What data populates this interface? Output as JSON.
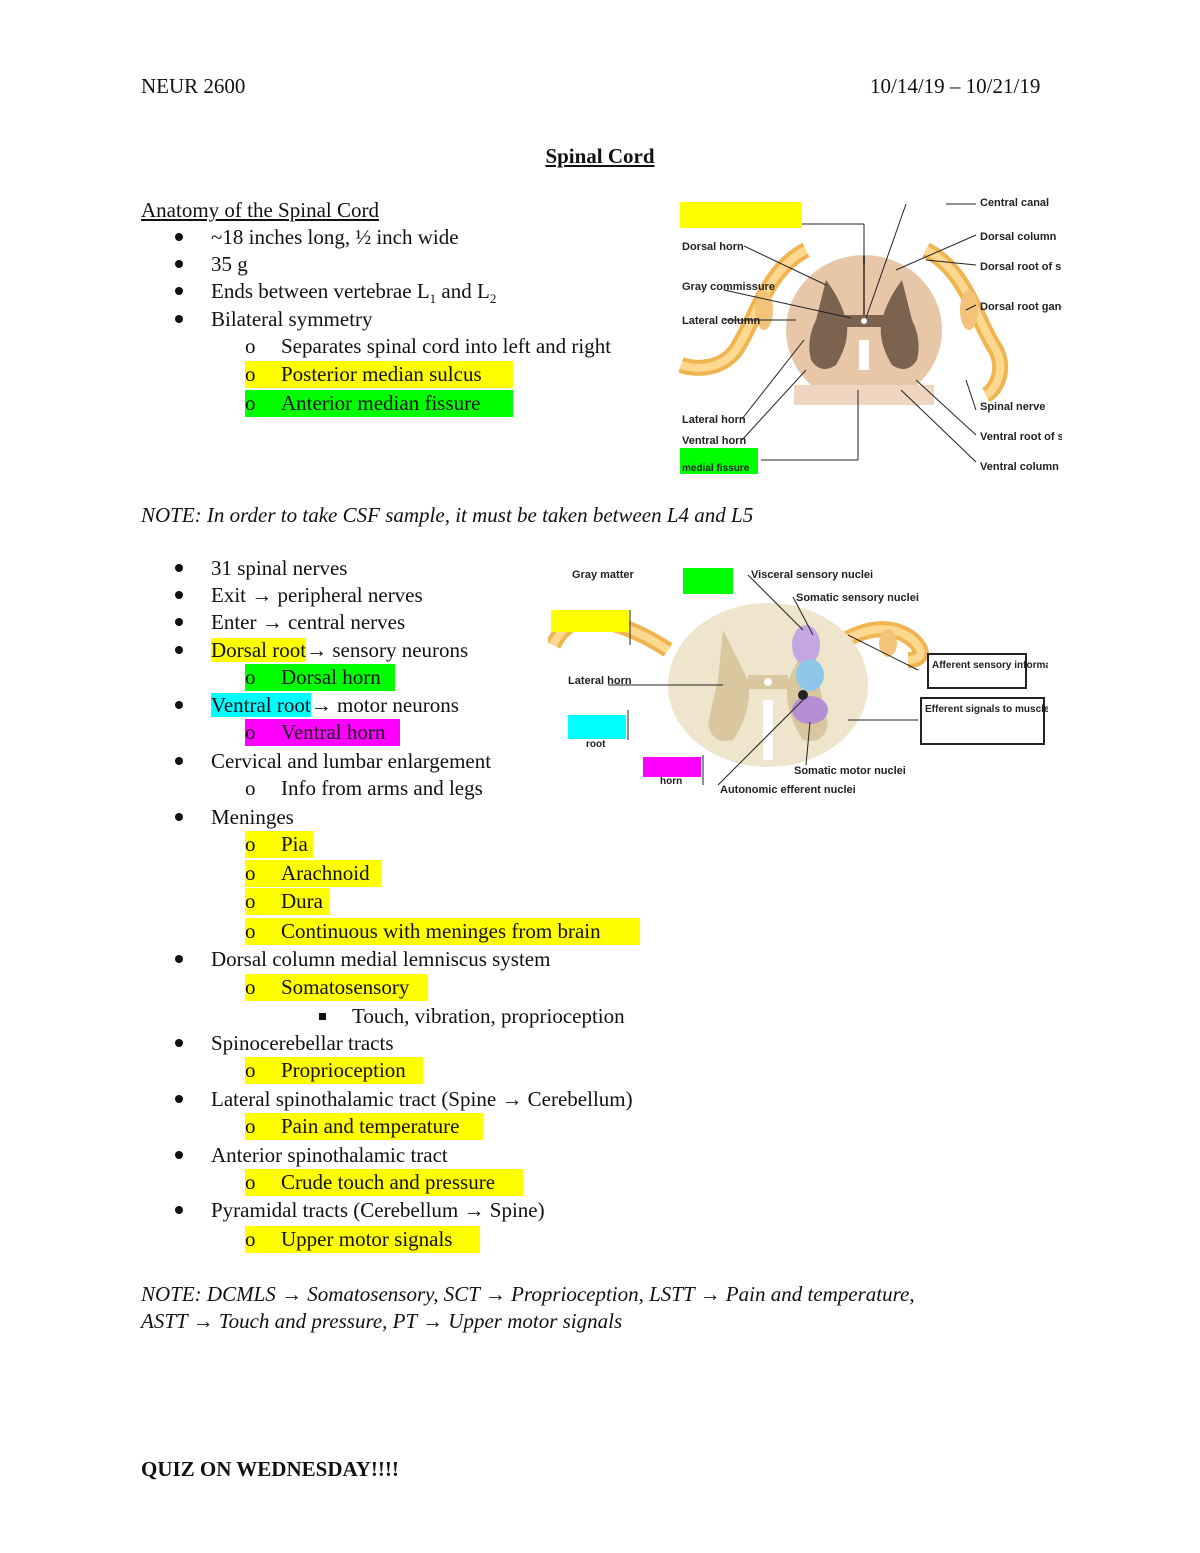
{
  "header": {
    "course": "NEUR 2600",
    "dates": "10/14/19 – 10/21/19"
  },
  "title": "Spinal Cord",
  "section1": {
    "heading": "Anatomy of the Spinal Cord",
    "items": [
      "~18 inches long, ½ inch wide",
      "35 g",
      "Ends between vertebrae L",
      "Bilateral symmetry"
    ],
    "l1_sub": "1",
    "l2_and": " and L",
    "l2_sub": "2",
    "subitems": [
      "Separates spinal cord into left and right",
      "Posterior median sulcus",
      "Anterior median fissure"
    ]
  },
  "note1": "NOTE: In order to take CSF sample, it must be taken between L4 and L5",
  "list2": {
    "i1": "31 spinal nerves",
    "i2a": "Exit ",
    "i2b": " peripheral nerves",
    "i3a": "Enter ",
    "i3b": " central nerves",
    "i4a": "Dorsal root",
    "i4b": " sensory neurons",
    "i4s": "Dorsal horn",
    "i5a": "Ventral root",
    "i5b": " motor neurons",
    "i5s": "Ventral horn",
    "i6": "Cervical and lumbar enlargement",
    "i6s": "Info from arms and legs",
    "meninges": "Meninges",
    "meninges_sub": [
      "Pia",
      "Arachnoid",
      "Dura",
      "Continuous with meninges from brain"
    ],
    "dcml": "Dorsal column medial lemniscus system",
    "dcml_sub": "Somatosensory",
    "dcml_subsub": "Touch, vibration, proprioception",
    "spinocerebellar": "Spinocerebellar tracts",
    "spinocerebellar_sub": "Proprioception",
    "lateral_a": "Lateral spinothalamic tract (Spine ",
    "lateral_b": " Cerebellum)",
    "lateral_sub": "Pain and temperature",
    "anterior": "Anterior spinothalamic tract",
    "anterior_sub": "Crude touch and pressure",
    "pyramidal_a": "Pyramidal tracts (Cerebellum ",
    "pyramidal_b": " Spine)",
    "pyramidal_sub": "Upper motor signals"
  },
  "note2": {
    "line1_parts": [
      "NOTE: DCMLS ",
      " Somatosensory, SCT ",
      " Proprioception, LSTT ",
      " Pain and temperature,"
    ],
    "line2_parts": [
      "ASTT ",
      " Touch and pressure, PT ",
      " Upper motor signals"
    ]
  },
  "quiz": "QUIZ ON WEDNESDAY!!!!",
  "arrow_glyph": "→",
  "bullet_o": "o",
  "figure1": {
    "labels": {
      "central_canal": "Central canal",
      "dorsal_column": "Dorsal column",
      "dorsal_root": "Dorsal root of spinal nerve",
      "dorsal_root_ganglion": "Dorsal root ganglion",
      "dorsal_horn": "Dorsal horn",
      "gray_commissure": "Gray commissure",
      "lateral_column": "Lateral column",
      "lateral_horn": "Lateral horn",
      "ventral_horn": "Ventral horn",
      "spinal_nerve": "Spinal nerve",
      "ventral_root": "Ventral root of spinal nerve",
      "ventral_column": "Ventral column",
      "medial_fissure": "medial fissure"
    }
  },
  "figure2": {
    "labels": {
      "gray_matter": "Gray matter",
      "visceral_sensory": "Visceral sensory nuclei",
      "somatic_sensory": "Somatic sensory nuclei",
      "lateral_horn": "Lateral horn",
      "afferent": "Afferent sensory information",
      "efferent": "Efferent signals to muscles and glands via the ventral root",
      "somatic_motor": "Somatic motor nuclei",
      "autonomic": "Autonomic efferent nuclei",
      "root": "root",
      "horn": "horn"
    }
  },
  "colors": {
    "yellow": "#ffff00",
    "green": "#00ff00",
    "cyan": "#00ffff",
    "magenta": "#ff00ff"
  }
}
